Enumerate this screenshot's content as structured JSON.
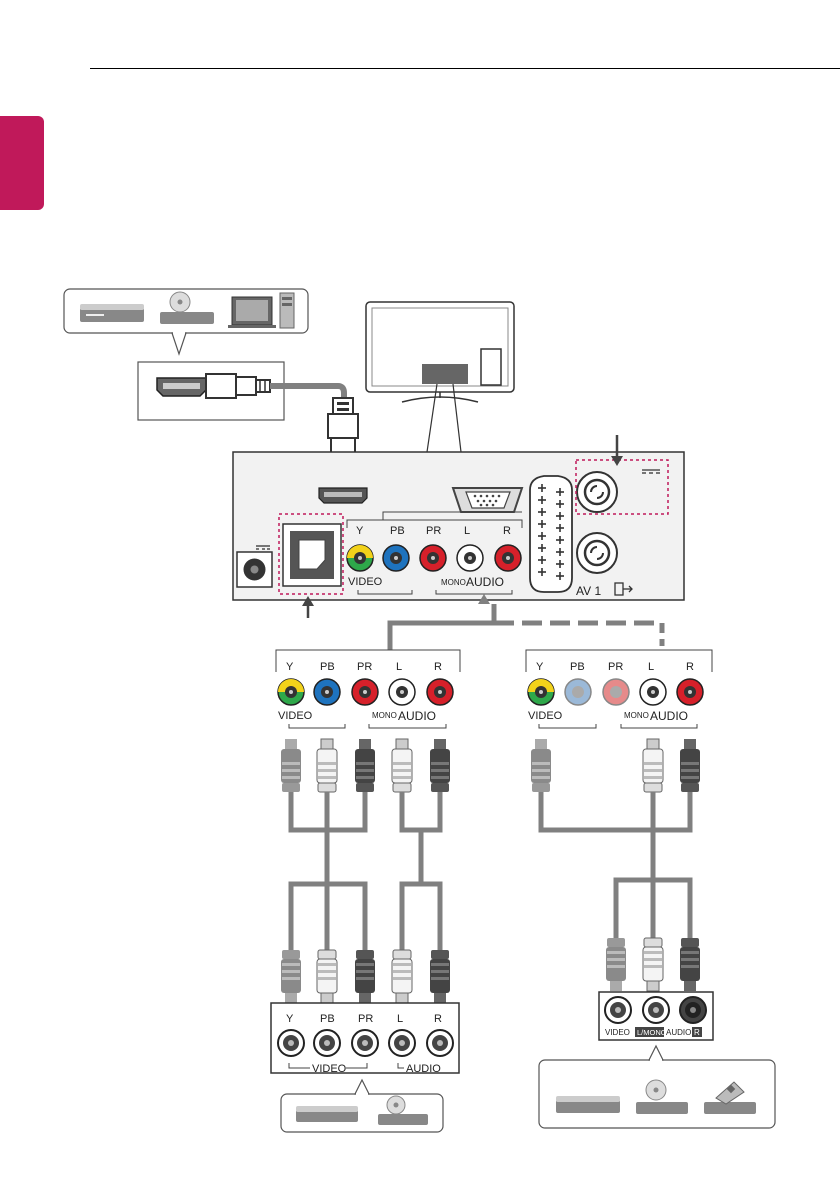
{
  "colors": {
    "accent": "#c0195a",
    "cable": "#808080",
    "panel_fill": "#f2f2f2",
    "callout": "#c0195a",
    "jack_green": "#2ea84a",
    "jack_yellow": "#f2d21a",
    "jack_blue": "#1e73be",
    "jack_red": "#d6202a",
    "jack_white": "#ffffff",
    "jack_light_blue": "#9bb9d8",
    "jack_light_red": "#e68a8a"
  },
  "tv_panel": {
    "y": "Y",
    "pb": "PB",
    "pr": "PR",
    "l": "L",
    "r": "R",
    "video": "VIDEO",
    "audio": "AUDIO",
    "mono": "MONO",
    "av": "AV 1"
  },
  "component_panel": {
    "y": "Y",
    "pb": "PB",
    "pr": "PR",
    "l": "L",
    "r": "R",
    "video": "VIDEO",
    "audio": "AUDIO",
    "mono": "MONO"
  },
  "composite_panel": {
    "y": "Y",
    "pb": "PB",
    "pr": "PR",
    "l": "L",
    "r": "R",
    "video": "VIDEO",
    "audio": "AUDIO",
    "mono": "MONO"
  },
  "component_device_jacks": {
    "y": "Y",
    "pb": "PB",
    "pr": "PR",
    "l": "L",
    "r": "R",
    "video": "VIDEO",
    "audio": "AUDIO"
  },
  "composite_device_jacks": {
    "video": "VIDEO",
    "mono": "L/MONO",
    "audio": "AUDIO",
    "r": "R"
  },
  "icons": [
    "tv-back-icon",
    "dvd-recorder-icon",
    "dvd-player-icon",
    "computer-icon",
    "camcorder-icon",
    "hdmi-port-icon",
    "vga-port-icon",
    "scart-port-icon",
    "antenna-port-icon",
    "optical-port-icon",
    "power-port-icon"
  ]
}
